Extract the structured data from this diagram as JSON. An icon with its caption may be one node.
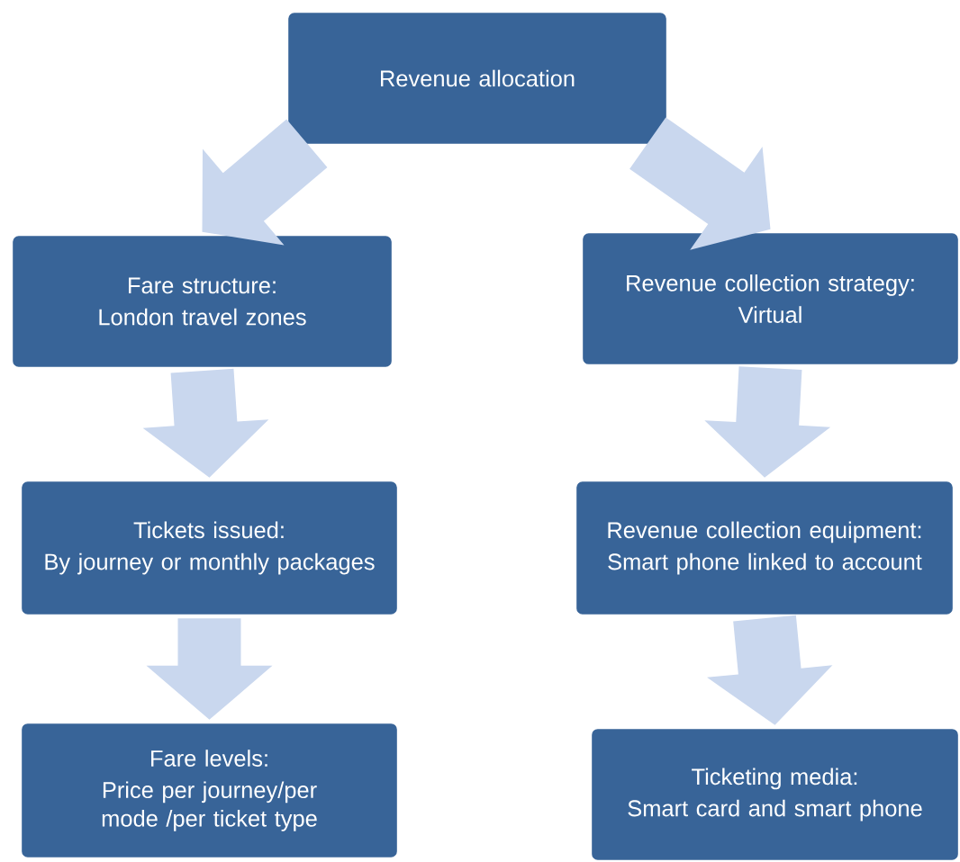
{
  "diagram": {
    "nodes": [
      {
        "text": [
          "Revenue allocation"
        ]
      },
      {
        "text": [
          "Fare structure:",
          "London travel zones"
        ]
      },
      {
        "text": [
          "Revenue collection strategy:",
          "Virtual"
        ]
      },
      {
        "text": [
          "Tickets issued:",
          "By journey or monthly packages"
        ]
      },
      {
        "text": [
          "Revenue collection equipment:",
          "Smart phone linked to account"
        ]
      },
      {
        "text": [
          "Fare levels:",
          "Price per journey/per mode /per ticket type"
        ]
      },
      {
        "text": [
          "Ticketing media:",
          "Smart card and smart phone"
        ]
      }
    ],
    "edges": [
      {
        "from": 0,
        "to": 1,
        "arrow": "to"
      },
      {
        "from": 0,
        "to": 2,
        "arrow": "to"
      },
      {
        "from": 1,
        "to": 3,
        "arrow": "to"
      },
      {
        "from": 2,
        "to": 4,
        "arrow": "to"
      },
      {
        "from": 3,
        "to": 5,
        "arrow": "to"
      },
      {
        "from": 4,
        "to": 6,
        "arrow": "to"
      }
    ]
  }
}
